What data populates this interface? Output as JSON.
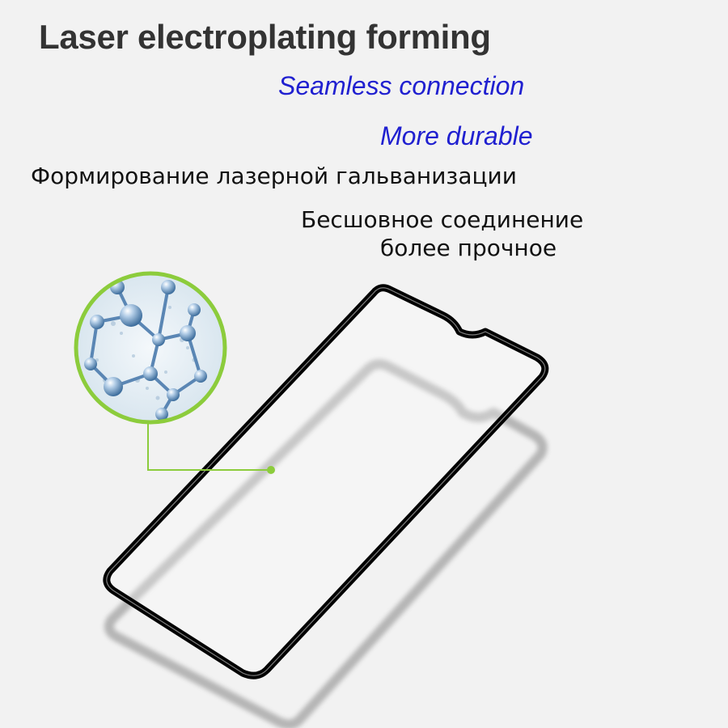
{
  "headline": "Laser electroplating forming",
  "taglines": {
    "seamless": "Seamless connection",
    "durable": "More durable"
  },
  "russian": {
    "title": "Формирование лазерной гальванизации",
    "seamless": "Бесшовное соединение",
    "durable": "более прочное"
  },
  "colors": {
    "background": "#f2f2f2",
    "headline": "#333333",
    "tagline": "#2020d0",
    "callout_green": "#8ccc3c",
    "frame": "#000000"
  },
  "icons": {
    "molecule": "molecule-circle-icon",
    "protector": "screen-protector-outline"
  }
}
